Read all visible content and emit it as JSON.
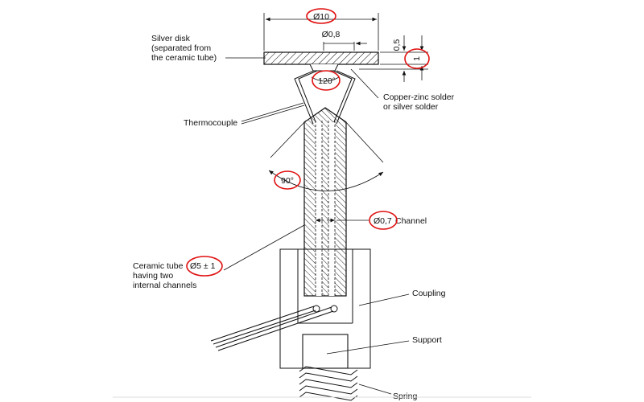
{
  "diagram": {
    "labels": {
      "silver_disk": [
        "Silver disk",
        "(separated from",
        "the ceramic tube)"
      ],
      "solder": [
        "Copper-zinc solder",
        "or silver solder"
      ],
      "thermocouple": "Thermocouple",
      "ceramic_tube": [
        "Ceramic tube",
        "having two",
        "internal channels"
      ],
      "channel": "Channel",
      "coupling": "Coupling",
      "support": "Support",
      "spring": "Spring"
    },
    "dimensions": {
      "disk_diameter": "Ø10",
      "hole_diameter": "Ø0,8",
      "disk_recess": "0,5",
      "disk_thickness": "1",
      "weld_angle": "120°",
      "tip_angle": "90°",
      "channel_diameter": "Ø0,7",
      "tube_diameter": "Ø5 ± 1"
    },
    "colors": {
      "line": "#111111",
      "highlight": "#e01010",
      "background": "#ffffff"
    }
  }
}
